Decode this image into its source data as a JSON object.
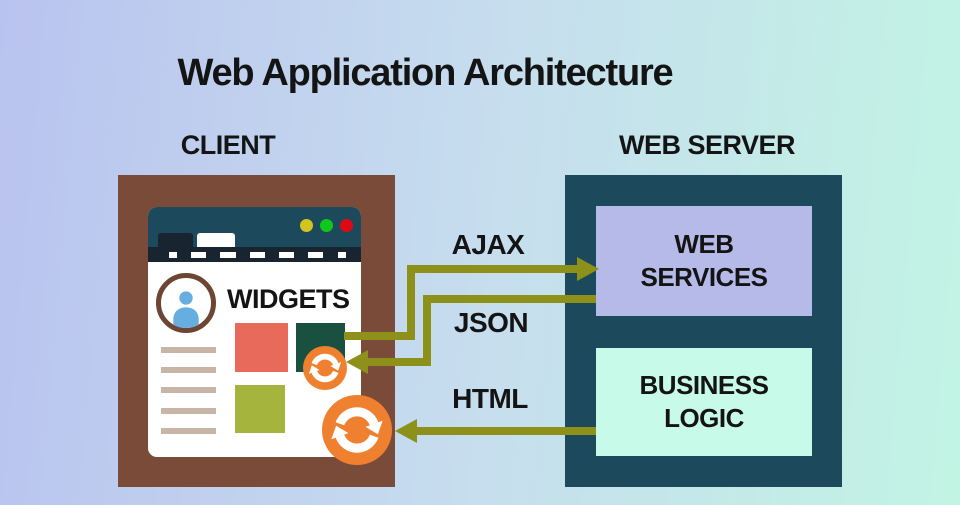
{
  "title": "Web Application Architecture",
  "client": {
    "label": "CLIENT",
    "browser": {
      "widgets_title": "WIDGETS",
      "window_controls": [
        "yellow-dot",
        "green-dot",
        "red-dot"
      ],
      "tabs": [
        "active-dark-tab",
        "inactive-white-tab"
      ],
      "placeholder_text_lines": 5,
      "widget_tiles": [
        "red-tile",
        "dark-green-tile",
        "olive-tile"
      ]
    }
  },
  "server": {
    "label": "WEB SERVER",
    "boxes": [
      {
        "line1": "WEB",
        "line2": "SERVICES"
      },
      {
        "line1": "BUSINESS",
        "line2": "LOGIC"
      }
    ]
  },
  "arrows": [
    {
      "label": "AJAX",
      "from": "client",
      "to": "web-services"
    },
    {
      "label": "JSON",
      "from": "web-services",
      "to": "client"
    },
    {
      "label": "HTML",
      "from": "business-logic",
      "to": "client"
    }
  ],
  "icons": {
    "sync_small": "circular-refresh-arrows",
    "sync_large": "circular-refresh-arrows",
    "avatar": "person-silhouette"
  },
  "colors": {
    "bg_left": "#b9c3ef",
    "bg_right": "#c2f4e4",
    "text": "#141414",
    "client_frame": "#7a4b39",
    "server_frame": "#1c4a5c",
    "browser_titlebar": "#1c4a5c",
    "browser_menubar": "#182430",
    "dot_yellow": "#d2c51f",
    "dot_green": "#12c71b",
    "dot_red": "#de0a13",
    "avatar_ring": "#6d4533",
    "avatar_person": "#66ade0",
    "placeholder_line": "#c9b5a8",
    "widget_red": "#e76a5b",
    "widget_green": "#19503f",
    "widget_olive": "#a4b43d",
    "sync_orange": "#ef8030",
    "arrow": "#8d9119",
    "web_services_bg": "#b5bae8",
    "business_logic_bg": "#c8fae9"
  }
}
